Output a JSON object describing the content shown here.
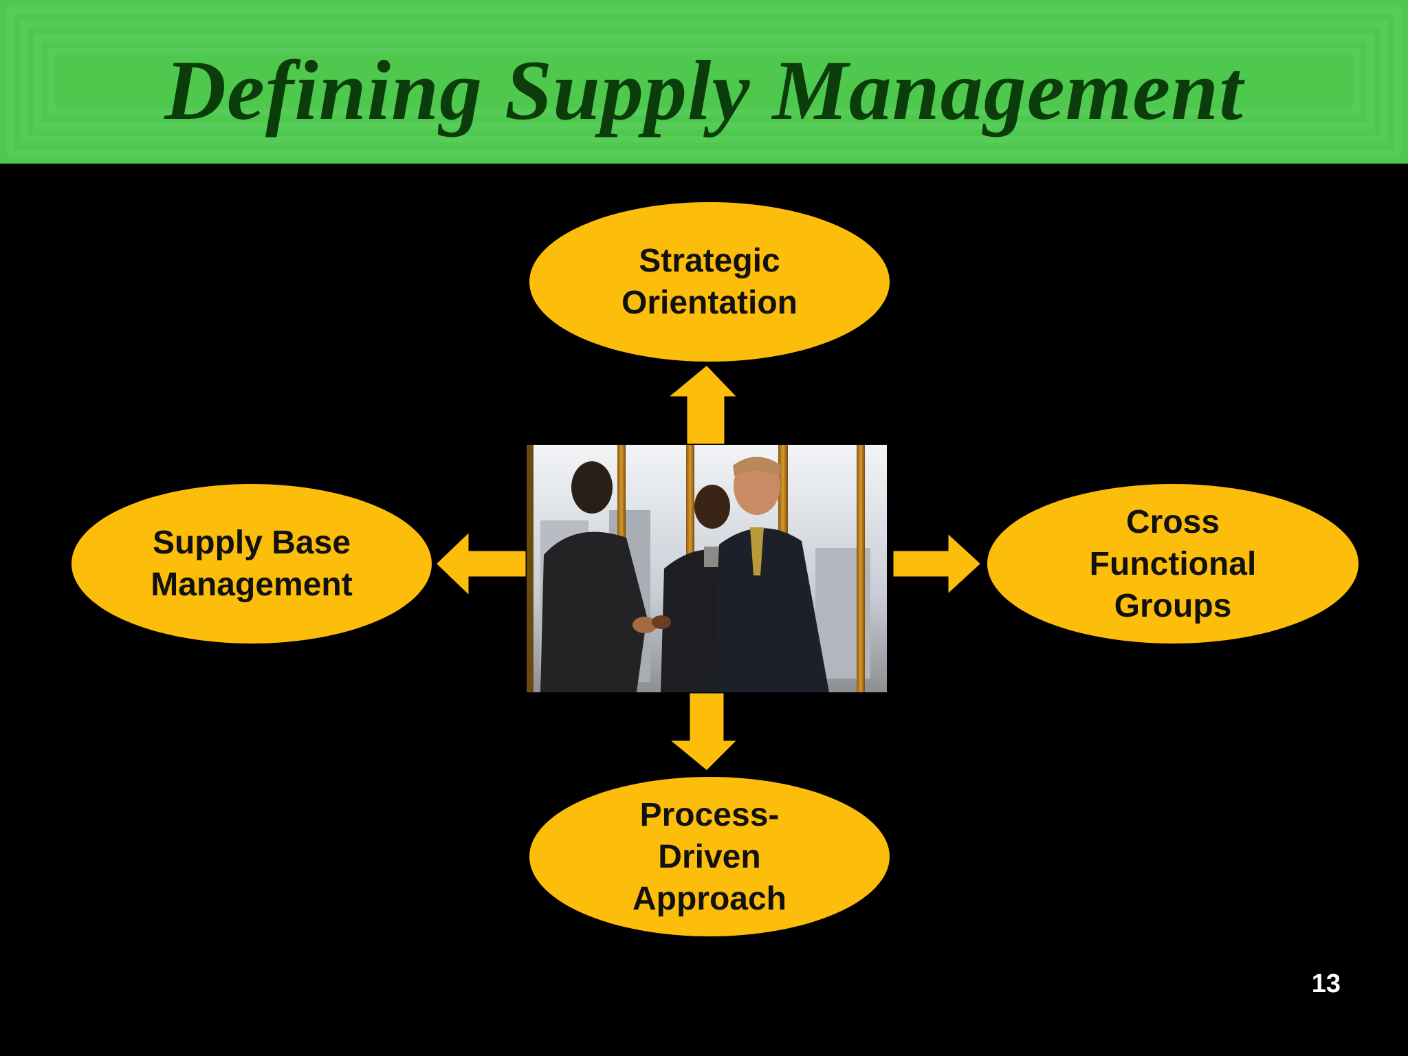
{
  "slide": {
    "title": "Defining Supply Management",
    "page_number": "13"
  },
  "colors": {
    "title_band": "#4ec94e",
    "title_text": "#0b3d0b",
    "node_fill": "#fdbd0b",
    "background": "#000000"
  },
  "diagram": {
    "nodes": {
      "top": "Strategic\nOrientation",
      "left": "Supply Base\nManagement",
      "right": "Cross\nFunctional\nGroups",
      "bottom": "Process-\nDriven\nApproach"
    },
    "center_image": "business-handshake-photo",
    "arrows": [
      "up",
      "left",
      "right",
      "down"
    ]
  }
}
